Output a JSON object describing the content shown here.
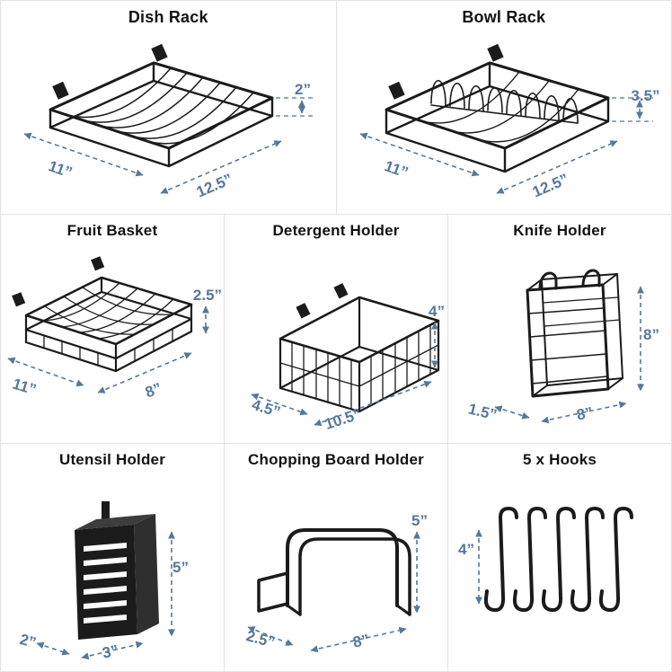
{
  "colors": {
    "accent": "#56789a",
    "ink": "#1b1b1b",
    "panel-border": "#e3e3e3"
  },
  "panels": [
    {
      "title": "Dish Rack",
      "dims": {
        "height": "2”",
        "width": "11”",
        "depth": "12.5”"
      }
    },
    {
      "title": "Bowl Rack",
      "dims": {
        "height": "3.5”",
        "width": "11”",
        "depth": "12.5”"
      }
    },
    {
      "title": "Fruit Basket",
      "dims": {
        "height": "2.5”",
        "width": "11”",
        "depth": "8”"
      }
    },
    {
      "title": "Detergent Holder",
      "dims": {
        "height": "4”",
        "width": "4.5”",
        "depth": "10.5”"
      }
    },
    {
      "title": "Knife Holder",
      "dims": {
        "height": "8”",
        "width": "1.5”",
        "depth": "8”"
      }
    },
    {
      "title": "Utensil Holder",
      "dims": {
        "height": "5”",
        "width": "2”",
        "depth": "3”"
      }
    },
    {
      "title": "Chopping Board Holder",
      "dims": {
        "height": "5”",
        "width": "2.5”",
        "depth": "8”"
      }
    },
    {
      "title": "5 x Hooks",
      "dims": {
        "height": "4”"
      }
    }
  ]
}
